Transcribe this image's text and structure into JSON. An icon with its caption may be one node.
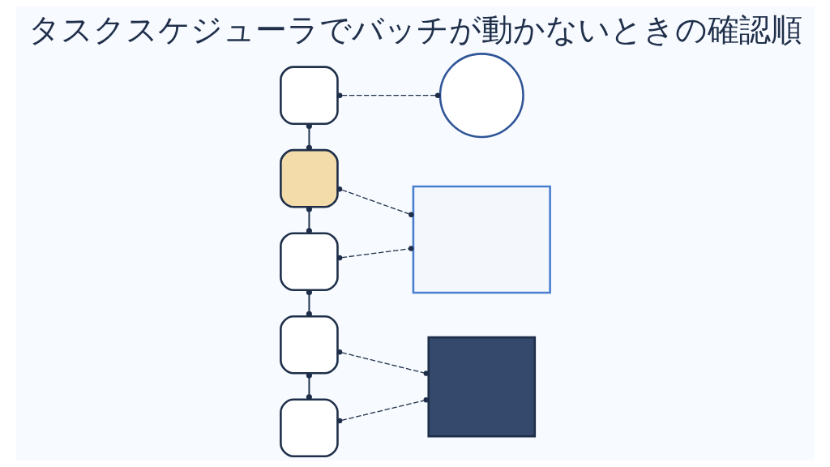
{
  "diagram": {
    "title": "タスクスケジューラでバッチが動かないときの確認順",
    "nodes": [
      {
        "text": [],
        "shape": "box"
      },
      {
        "text": [],
        "shape": "box"
      },
      {
        "text": [],
        "shape": "box"
      },
      {
        "text": [],
        "shape": "box"
      },
      {
        "text": [],
        "shape": "box"
      },
      {
        "text": [],
        "shape": "circle"
      },
      {
        "text": [],
        "shape": "box"
      },
      {
        "text": [],
        "shape": "box"
      }
    ],
    "edges": [
      {
        "from": 0,
        "to": 1,
        "arrow": "other"
      },
      {
        "from": 1,
        "to": 2,
        "arrow": "other"
      },
      {
        "from": 2,
        "to": 3,
        "arrow": "other"
      },
      {
        "from": 3,
        "to": 4,
        "arrow": "other"
      },
      {
        "from": 0,
        "to": 5,
        "arrow": "other",
        "style": "dashed"
      },
      {
        "from": 1,
        "to": 6,
        "arrow": "other",
        "style": "dashed"
      },
      {
        "from": 2,
        "to": 6,
        "arrow": "other",
        "style": "dashed"
      },
      {
        "from": 3,
        "to": 7,
        "arrow": "other",
        "style": "dashed"
      },
      {
        "from": 4,
        "to": 7,
        "arrow": "other",
        "style": "dashed"
      }
    ]
  }
}
